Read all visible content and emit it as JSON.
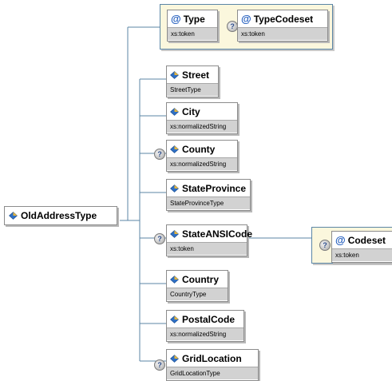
{
  "root": {
    "name": "OldAddressType"
  },
  "attributes": [
    {
      "name": "Type",
      "type": "xs:token",
      "optional": false
    },
    {
      "name": "TypeCodeset",
      "type": "xs:token",
      "optional": true
    }
  ],
  "elements": [
    {
      "name": "Street",
      "type": "StreetType",
      "optional": false
    },
    {
      "name": "City",
      "type": "xs:normalizedString",
      "optional": false
    },
    {
      "name": "County",
      "type": "xs:normalizedString",
      "optional": true
    },
    {
      "name": "StateProvince",
      "type": "StateProvinceType",
      "optional": false
    },
    {
      "name": "StateANSICode",
      "type": "xs:token",
      "optional": true
    },
    {
      "name": "Country",
      "type": "CountryType",
      "optional": false
    },
    {
      "name": "PostalCode",
      "type": "xs:normalizedString",
      "optional": false
    },
    {
      "name": "GridLocation",
      "type": "GridLocationType",
      "optional": true
    }
  ],
  "stateansi_attributes": [
    {
      "name": "Codeset",
      "type": "xs:token",
      "optional": true
    }
  ],
  "icons": {
    "optional": "question-mark-icon",
    "element": "element-diamond-icon",
    "attribute": "at-sign-icon"
  },
  "colors": {
    "connector": "#5b86a6",
    "attribute_group_bg": "#fbf7dd",
    "type_bar": "#d2d2d2",
    "attribute_icon": "#1f5bbd"
  }
}
